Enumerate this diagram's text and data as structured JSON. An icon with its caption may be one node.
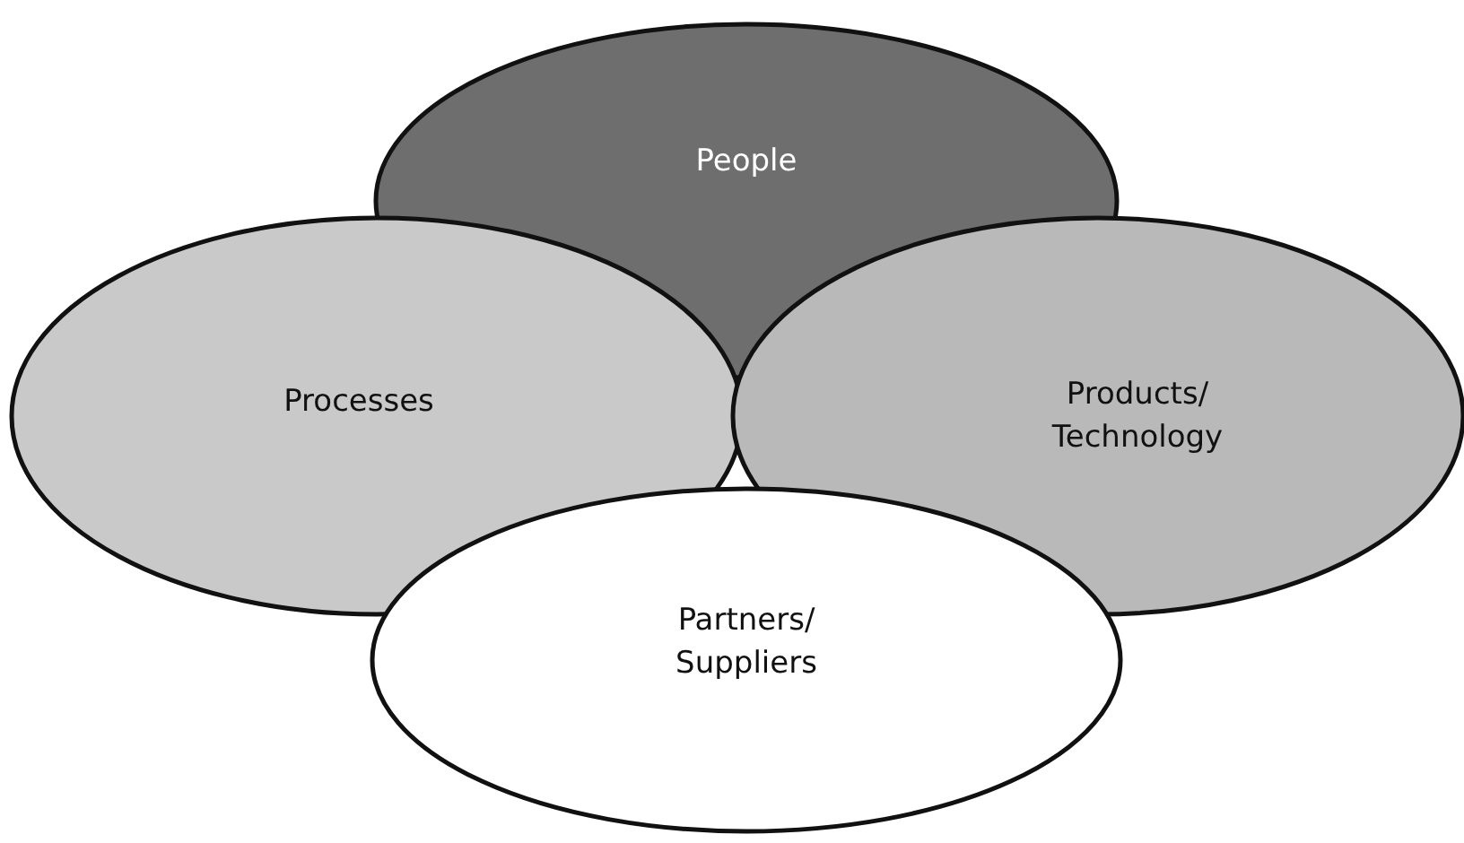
{
  "diagram": {
    "nodes": [
      {
        "text": [
          "People"
        ]
      },
      {
        "text": [
          "Processes"
        ]
      },
      {
        "text": [
          "Products/ Technology"
        ]
      },
      {
        "text": [
          "Partners/ Suppliers"
        ]
      }
    ]
  }
}
